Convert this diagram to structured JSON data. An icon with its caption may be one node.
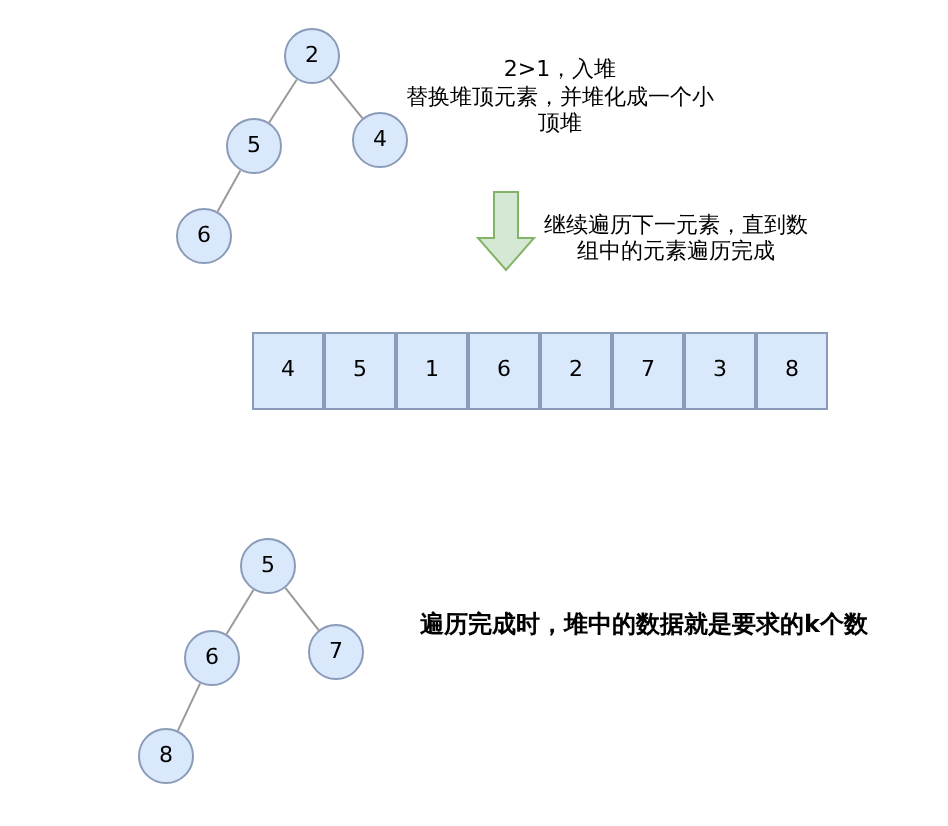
{
  "diagram": {
    "nodes": [
      {
        "text": [
          "2"
        ]
      },
      {
        "text": [
          "5"
        ]
      },
      {
        "text": [
          "4"
        ]
      },
      {
        "text": [
          "6"
        ]
      },
      {
        "text": [
          "4"
        ]
      },
      {
        "text": [
          "5"
        ]
      },
      {
        "text": [
          "1"
        ]
      },
      {
        "text": [
          "6"
        ]
      },
      {
        "text": [
          "2"
        ]
      },
      {
        "text": [
          "7"
        ]
      },
      {
        "text": [
          "3"
        ]
      },
      {
        "text": [
          "8"
        ]
      },
      {
        "text": [
          "5"
        ]
      },
      {
        "text": [
          "6"
        ]
      },
      {
        "text": [
          "7"
        ]
      },
      {
        "text": [
          "8"
        ]
      }
    ],
    "edges": [
      {
        "from": 0,
        "to": 1,
        "arrow": "none"
      },
      {
        "from": 0,
        "to": 2,
        "arrow": "none"
      },
      {
        "from": 1,
        "to": 3,
        "arrow": "none"
      },
      {
        "from": 12,
        "to": 13,
        "arrow": "none"
      },
      {
        "from": 12,
        "to": 14,
        "arrow": "none"
      },
      {
        "from": 13,
        "to": 15,
        "arrow": "none"
      }
    ],
    "labels": [
      "2>1，入堆",
      "替换堆顶元素，并堆化成一个小顶堆",
      "继续遍历下一元素，直到数组中的元素遍历完成",
      "遍历完成时，堆中的数据就是要求的k个数"
    ]
  }
}
